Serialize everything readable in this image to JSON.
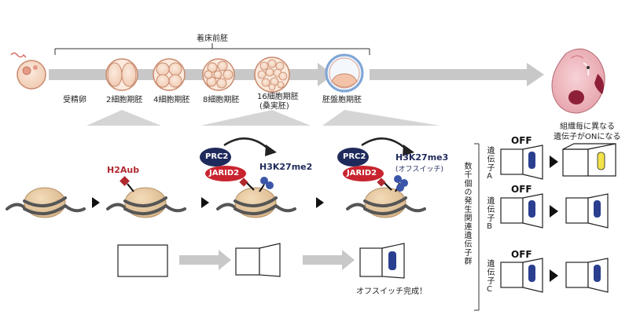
{
  "timeline": {
    "preimplantation_label": "着床前胚",
    "stages": [
      {
        "label": "受精卵"
      },
      {
        "label": "2細胞期胚"
      },
      {
        "label": "4細胞期胚"
      },
      {
        "label": "8細胞期胚"
      },
      {
        "label": "16細胞期胚",
        "sub": "(桑実胚)"
      },
      {
        "label": "胚盤胞期胚"
      }
    ]
  },
  "modifications": {
    "h2aub": "H2Aub",
    "prc2_a": "PRC2",
    "jarid2_a": "JARID2",
    "h3k27me2": "H3K27me2",
    "prc2_b": "PRC2",
    "jarid2_b": "JARID2",
    "h3k27me3": "H3K27me3",
    "offswitch_paren": "(オフスイッチ)"
  },
  "switch_row": {
    "complete_label": "オフスイッチ完成！"
  },
  "right_panel": {
    "vertical_title": "数千個の発生関連遺伝子群",
    "top_note_line1": "組織毎に異なる",
    "top_note_line2": "遺伝子がONになる",
    "genes": [
      {
        "label": "遺伝子A",
        "state": "OFF"
      },
      {
        "label": "遺伝子B",
        "state": "OFF"
      },
      {
        "label": "遺伝子C",
        "state": "OFF"
      }
    ]
  },
  "colors": {
    "arrow_gray": "#c8c8c8",
    "cell_fill": "#f6dccb",
    "cell_stroke": "#c98a6e",
    "prc2_navy": "#1f2a5c",
    "jarid2_red": "#c8242f",
    "h2aub_red": "#b0292f",
    "mark_blue": "#3b56a8",
    "switch_blue": "#2a3f8f",
    "on_yellow": "#f2e24a"
  }
}
